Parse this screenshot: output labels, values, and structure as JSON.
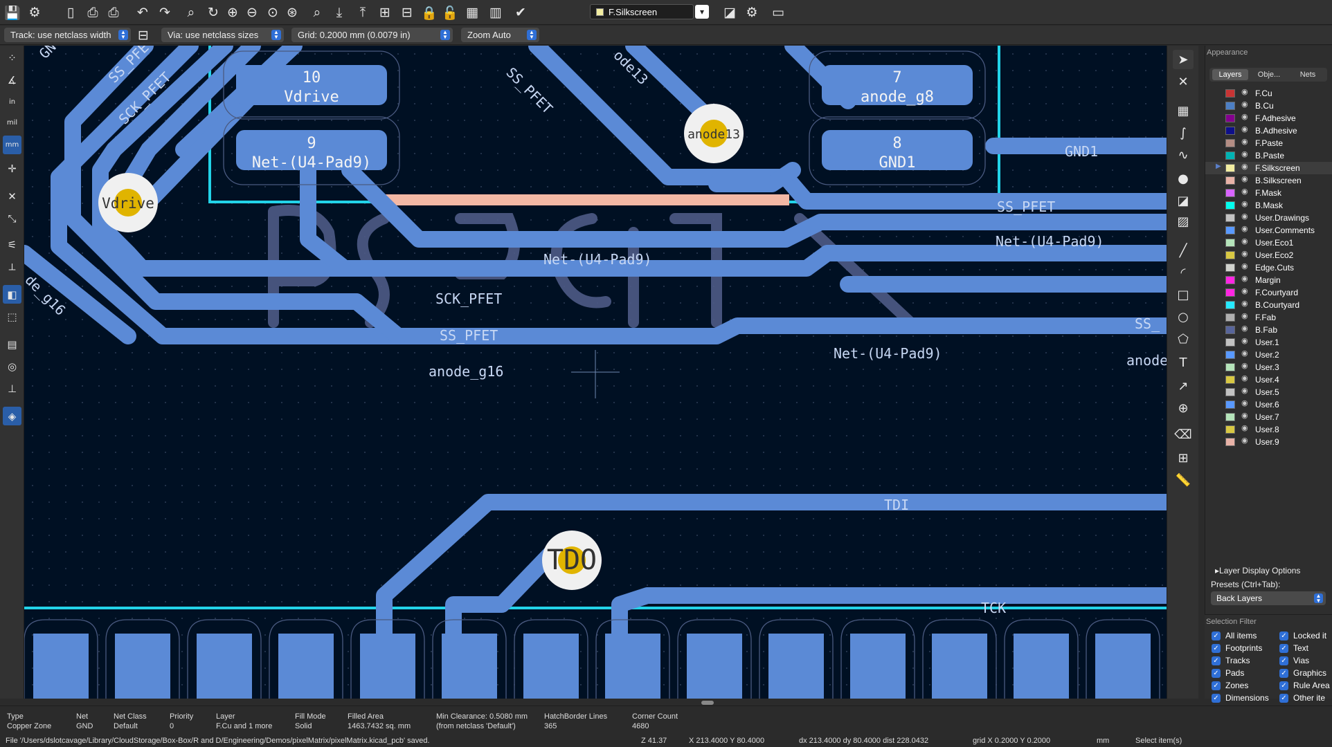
{
  "toolbar": {
    "active_layer": "F.Silkscreen",
    "icons": [
      "save-icon",
      "board-setup-icon",
      "page-settings-icon",
      "print-icon",
      "plot-icon",
      "undo-icon",
      "redo-icon",
      "find-icon",
      "refresh-icon",
      "zoom-in-icon",
      "zoom-out-icon",
      "zoom-fit-icon",
      "zoom-objects-icon",
      "zoom-selection-icon",
      "flip-board-icon",
      "rotate-icon",
      "group-icon",
      "ungroup-icon",
      "lock-icon",
      "unlock-icon",
      "netlist-icon",
      "footprint-editor-icon",
      "drc-icon",
      "scripting-icon",
      "layer-pair-icon",
      "python-icon",
      "terminal-icon"
    ]
  },
  "options": {
    "track": "Track: use netclass width",
    "via": "Via: use netclass sizes",
    "grid": "Grid: 0.2000 mm (0.0079 in)",
    "zoom": "Zoom Auto"
  },
  "left_tools": [
    {
      "name": "grid-toggle-icon",
      "glyph": "⁘"
    },
    {
      "name": "polar-coords-icon",
      "glyph": "∡"
    },
    {
      "name": "units-inch-button",
      "glyph": "in"
    },
    {
      "name": "units-mil-button",
      "glyph": "mil"
    },
    {
      "name": "units-mm-button",
      "glyph": "mm"
    },
    {
      "name": "cursor-shape-icon",
      "glyph": "✛"
    },
    {
      "name": "ratsnest-icon",
      "glyph": "✕"
    },
    {
      "name": "curved-ratsnest-icon",
      "glyph": "⤡"
    },
    {
      "name": "highlight-net-icon",
      "glyph": "⚟"
    },
    {
      "name": "track-display-icon",
      "glyph": "⟂"
    },
    {
      "name": "zone-fill-icon",
      "glyph": "◧"
    },
    {
      "name": "zone-outline-icon",
      "glyph": "⬚"
    },
    {
      "name": "pad-outline-icon",
      "glyph": "▤"
    },
    {
      "name": "via-outline-icon",
      "glyph": "◎"
    },
    {
      "name": "track-outline-icon",
      "glyph": "⊥"
    },
    {
      "name": "appearance-panel-icon",
      "glyph": "◈"
    }
  ],
  "right_tools": [
    {
      "name": "select-tool-icon",
      "glyph": "➤"
    },
    {
      "name": "local-ratsnest-icon",
      "glyph": "✕"
    },
    {
      "name": "add-footprint-icon",
      "glyph": "▦"
    },
    {
      "name": "route-track-icon",
      "glyph": "∫"
    },
    {
      "name": "tune-length-icon",
      "glyph": "∿"
    },
    {
      "name": "add-via-icon",
      "glyph": "●"
    },
    {
      "name": "add-zone-icon",
      "glyph": "◪"
    },
    {
      "name": "add-rule-area-icon",
      "glyph": "▨"
    },
    {
      "name": "draw-line-icon",
      "glyph": "╱"
    },
    {
      "name": "draw-arc-icon",
      "glyph": "◜"
    },
    {
      "name": "draw-rectangle-icon",
      "glyph": "□"
    },
    {
      "name": "draw-circle-icon",
      "glyph": "○"
    },
    {
      "name": "draw-polygon-icon",
      "glyph": "⬠"
    },
    {
      "name": "add-text-icon",
      "glyph": "T"
    },
    {
      "name": "add-dimension-icon",
      "glyph": "↗"
    },
    {
      "name": "add-anchor-icon",
      "glyph": "⊕"
    },
    {
      "name": "delete-tool-icon",
      "glyph": "⌫"
    },
    {
      "name": "set-origin-icon",
      "glyph": "⊞"
    },
    {
      "name": "measure-tool-icon",
      "glyph": "📏"
    }
  ],
  "canvas": {
    "nets": {
      "gnd1_top": "GND1",
      "ss_pfet_right": "SS_PFET",
      "net_u4_right": "Net-(U4-Pad9)",
      "net_u4_mid": "Net-(U4-Pad9)",
      "sck_pfet_mid": "SCK_PFET",
      "ss_pfet_mid": "SS_PFET",
      "ss_right_clip": "SS_",
      "net_u4_lower": "Net-(U4-Pad9)",
      "anode_right_clip": "anode",
      "anode_g16_mid": "anode_g16",
      "tdi": "TDI",
      "tck": "TCK",
      "gnd_clip": "GN",
      "ss_pfet_diag": "SS_PFET",
      "sck_pfet_diag": "SCK_PFET",
      "anode13_diag": "ode13",
      "ss_pfet_diag2": "SS_PFET",
      "ode_g16_diag": "de_g16"
    },
    "pads": [
      {
        "num": "10",
        "net": "Vdrive"
      },
      {
        "num": "9",
        "net": "Net-(U4-Pad9)"
      },
      {
        "num": "7",
        "net": "anode_g8"
      },
      {
        "num": "8",
        "net": "GND1"
      }
    ],
    "vias": {
      "vdrive": "Vdrive",
      "anode13": "anode13",
      "tdo": "TDO"
    }
  },
  "appearance": {
    "title": "Appearance",
    "tabs": [
      "Layers",
      "Obje...",
      "Nets"
    ],
    "layers": [
      {
        "name": "F.Cu",
        "color": "#c83434"
      },
      {
        "name": "B.Cu",
        "color": "#4d7fc4"
      },
      {
        "name": "F.Adhesive",
        "color": "#84008e"
      },
      {
        "name": "B.Adhesive",
        "color": "#0e0f8a"
      },
      {
        "name": "F.Paste",
        "color": "#b48d84"
      },
      {
        "name": "B.Paste",
        "color": "#00b3b3"
      },
      {
        "name": "F.Silkscreen",
        "color": "#f2eda1",
        "selected": true
      },
      {
        "name": "B.Silkscreen",
        "color": "#e8b2a7"
      },
      {
        "name": "F.Mask",
        "color": "#d864ff"
      },
      {
        "name": "B.Mask",
        "color": "#02ffee"
      },
      {
        "name": "User.Drawings",
        "color": "#c2c2c2"
      },
      {
        "name": "User.Comments",
        "color": "#5999ff"
      },
      {
        "name": "User.Eco1",
        "color": "#b5e4ba"
      },
      {
        "name": "User.Eco2",
        "color": "#d8c843"
      },
      {
        "name": "Edge.Cuts",
        "color": "#d0d2cd"
      },
      {
        "name": "Margin",
        "color": "#ff26e2"
      },
      {
        "name": "F.Courtyard",
        "color": "#ff26e2"
      },
      {
        "name": "B.Courtyard",
        "color": "#26e9ff"
      },
      {
        "name": "F.Fab",
        "color": "#afafaf"
      },
      {
        "name": "B.Fab",
        "color": "#58659b"
      },
      {
        "name": "User.1",
        "color": "#c2c2c2"
      },
      {
        "name": "User.2",
        "color": "#5999ff"
      },
      {
        "name": "User.3",
        "color": "#b5e4ba"
      },
      {
        "name": "User.4",
        "color": "#d8c843"
      },
      {
        "name": "User.5",
        "color": "#c2c2c2"
      },
      {
        "name": "User.6",
        "color": "#5999ff"
      },
      {
        "name": "User.7",
        "color": "#b5e4ba"
      },
      {
        "name": "User.8",
        "color": "#d8c843"
      },
      {
        "name": "User.9",
        "color": "#e8b2a7"
      }
    ],
    "layer_display_options": "Layer Display Options",
    "presets_label": "Presets (Ctrl+Tab):",
    "preset": "Back Layers"
  },
  "selection_filter": {
    "title": "Selection Filter",
    "items": [
      "All items",
      "Locked it",
      "Footprints",
      "Text",
      "Tracks",
      "Vias",
      "Pads",
      "Graphics",
      "Zones",
      "Rule Area",
      "Dimensions",
      "Other ite"
    ]
  },
  "message_panel": [
    {
      "label": "Type",
      "value": "Copper Zone"
    },
    {
      "label": "Net",
      "value": "GND"
    },
    {
      "label": "Net Class",
      "value": "Default"
    },
    {
      "label": "Priority",
      "value": "0"
    },
    {
      "label": "Layer",
      "value": "F.Cu and 1 more"
    },
    {
      "label": "Fill Mode",
      "value": "Solid"
    },
    {
      "label": "Filled Area",
      "value": "1463.7432 sq. mm"
    },
    {
      "label": "Min Clearance: 0.5080 mm",
      "value": "(from netclass 'Default')"
    },
    {
      "label": "HatchBorder Lines",
      "value": "365"
    },
    {
      "label": "Corner Count",
      "value": "4680"
    }
  ],
  "status": {
    "file_message": "File '/Users/dslotcavage/Library/CloudStorage/Box-Box/R and D/Engineering/Demos/pixelMatrix/pixelMatrix.kicad_pcb' saved.",
    "zoom": "Z 41.37",
    "cursor": "X 213.4000  Y 80.4000",
    "delta": "dx 213.4000  dy 80.4000  dist 228.0432",
    "grid": "grid X 0.2000  Y 0.2000",
    "units": "mm",
    "mode": "Select item(s)"
  },
  "colors": {
    "board_bg": "#001023",
    "track": "#5b8ad6",
    "via_ring": "#f0f0f0",
    "via_hole": "#e0b400",
    "board_edge": "#22d3e8",
    "silkscreen": "#f3b8a5"
  }
}
